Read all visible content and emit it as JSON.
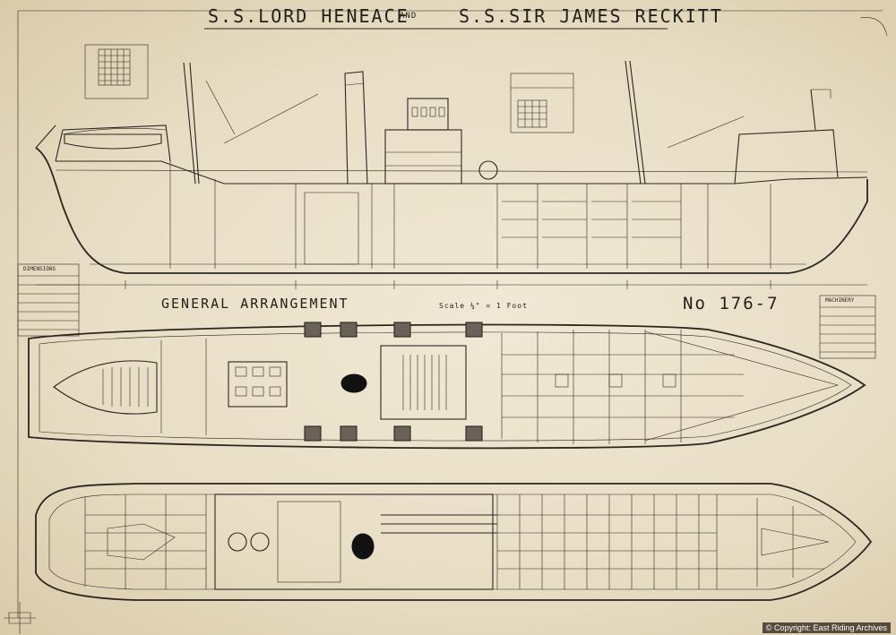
{
  "title": {
    "left": "S.S.LORD HENEACE",
    "and": "AND",
    "right": "S.S.SIR JAMES RECKITT"
  },
  "section_title": "GENERAL ARRANGEMENT",
  "scale_label": "Scale ¼\" = 1 Foot",
  "drawing_number": "No 176-7",
  "side_tables": {
    "left_heading": "DIMENSIONS",
    "right_heading": "MACHINERY"
  },
  "copyright": "© Copyright: East Riding Archives",
  "colors": {
    "paper": "#ece3cd",
    "ink": "#2b2620"
  }
}
